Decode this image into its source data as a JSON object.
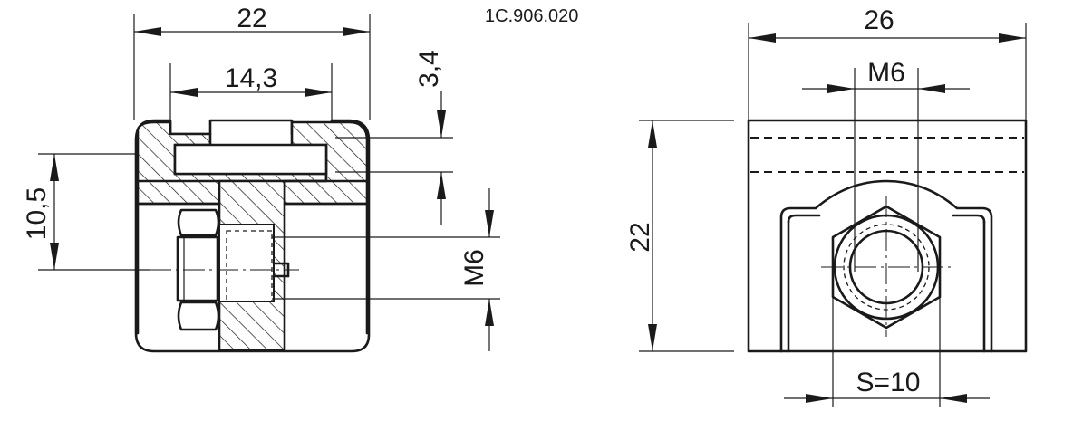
{
  "part_number": "1C.906.020",
  "left_view": {
    "width_label": "22",
    "slot_width_label": "14,3",
    "top_offset_label": "3,4",
    "height_label": "10,5",
    "thread_label": "M6"
  },
  "right_view": {
    "width_label": "26",
    "thread_label": "M6",
    "height_label": "22",
    "wrench_label": "S=10"
  }
}
